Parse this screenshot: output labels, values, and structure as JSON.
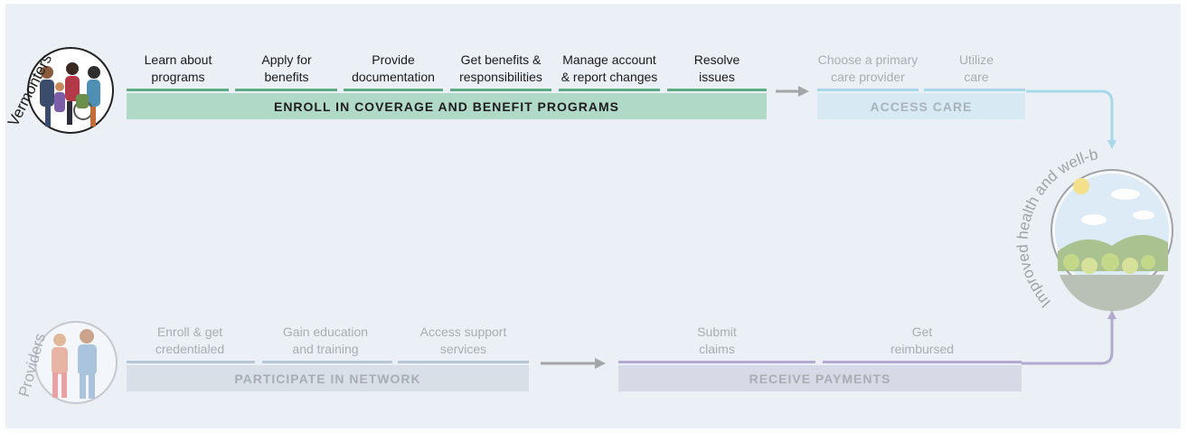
{
  "vermonters": {
    "label": "Vermonters",
    "steps": [
      {
        "label": "Learn about\nprograms"
      },
      {
        "label": "Apply for\nbenefits"
      },
      {
        "label": "Provide\ndocumentation"
      },
      {
        "label": "Get benefits &\nresponsibilities"
      },
      {
        "label": "Manage account\n& report changes"
      },
      {
        "label": "Resolve\nissues"
      }
    ],
    "band": "ENROLL IN COVERAGE AND BENEFIT PROGRAMS",
    "access": {
      "steps": [
        {
          "label": "Choose a primary\ncare provider"
        },
        {
          "label": "Utilize\ncare"
        }
      ],
      "band": "ACCESS CARE"
    }
  },
  "outcome": {
    "label": "Improved health and well-being"
  },
  "providers": {
    "label": "Providers",
    "steps": [
      {
        "label": "Enroll & get\ncredentialed"
      },
      {
        "label": "Gain education\nand training"
      },
      {
        "label": "Access support\nservices"
      }
    ],
    "band": "PARTICIPATE IN NETWORK",
    "payments": {
      "steps": [
        {
          "label": "Submit\nclaims"
        },
        {
          "label": "Get\nreimbursed"
        }
      ],
      "band": "RECEIVE PAYMENTS"
    }
  },
  "colors": {
    "enroll_band": "#b1d9c8",
    "enroll_line": "#5eab86",
    "access_band": "#d7e9f2",
    "access_line": "#a6d8ea",
    "network_band": "#d9dfe6",
    "network_line": "#b5c6d6",
    "payments_band": "#d7dae6",
    "payments_line": "#b1a9cf",
    "arrow_gray": "#a3a6a9"
  }
}
